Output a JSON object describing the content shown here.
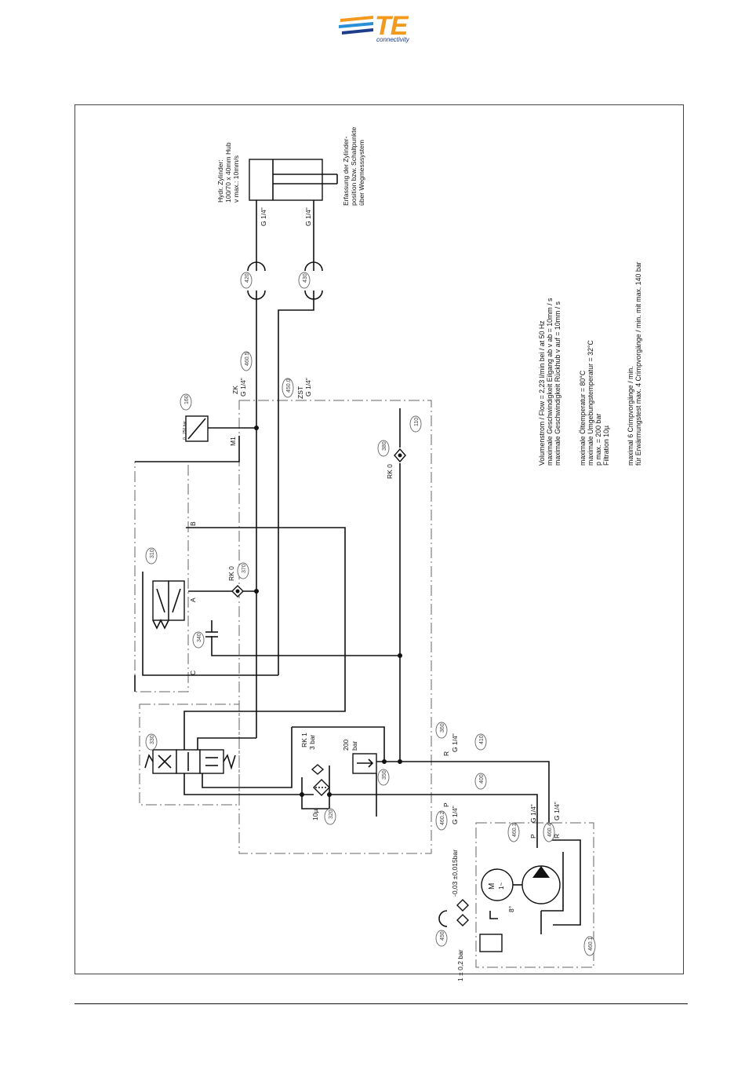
{
  "logo": {
    "brand": "TE",
    "tagline": "connectivity",
    "colors": {
      "primary": "#f39a1d",
      "secondary": "#1f5fb0"
    }
  },
  "cylinder": {
    "line1": "Hydr. Zylinder:",
    "line2": "100/70 x 40mm Hub",
    "line3": "v max.: 10mm/s"
  },
  "sensor_note": {
    "line1": "Erfassung der Zylinder-",
    "line2": "position bzw. Schaltpunkte",
    "line3": "über Wegmesssystem"
  },
  "ports": {
    "g14": "G 1/4\"",
    "zk": "ZK",
    "zst": "ZST",
    "rk0": "RK 0",
    "rk1": "RK 1",
    "rk1_bar": "3 bar",
    "relief": "200",
    "relief_unit": "bar",
    "filter": "10µ",
    "m1": "M1",
    "a": "A",
    "b": "B",
    "c": "C",
    "p": "P",
    "r": "R",
    "gauge_range": "0...250 bar",
    "suction": "-0,03 ±0,015bar",
    "return_bar": "1 ± 0,2 bar",
    "temp": "8°",
    "motor": "M",
    "motor_ac": "1~"
  },
  "bubbles": [
    "420",
    "430",
    "460.5",
    "450.0",
    "160",
    "110",
    "380",
    "370",
    "340",
    "310",
    "330",
    "350",
    "320",
    "460.3",
    "400",
    "410",
    "460.2",
    "460.4",
    "450",
    "360",
    "460.1"
  ],
  "specs": {
    "l1": "Volumenstrom / Flow = 2,23 l/min bei / at 50 Hz",
    "l2": "maximale Geschwindigkeit Eilgang ab v ab = 10mm / s",
    "l3": "maximale Geschwindigkeit Rückhub v auf = 10mm / s",
    "l4": "maximale Öltemperatur = 80°C",
    "l5": "maximale Umgebungstemperatur = 32°C",
    "l6": "p max. = 200 bar",
    "l7": "Filtration 10µ",
    "l8": "maximal 6 Crimpvorgänge / min.",
    "l9": "für Erwärmungstest max. 4 Crimpvorgänge / min. mit max. 140 bar"
  }
}
